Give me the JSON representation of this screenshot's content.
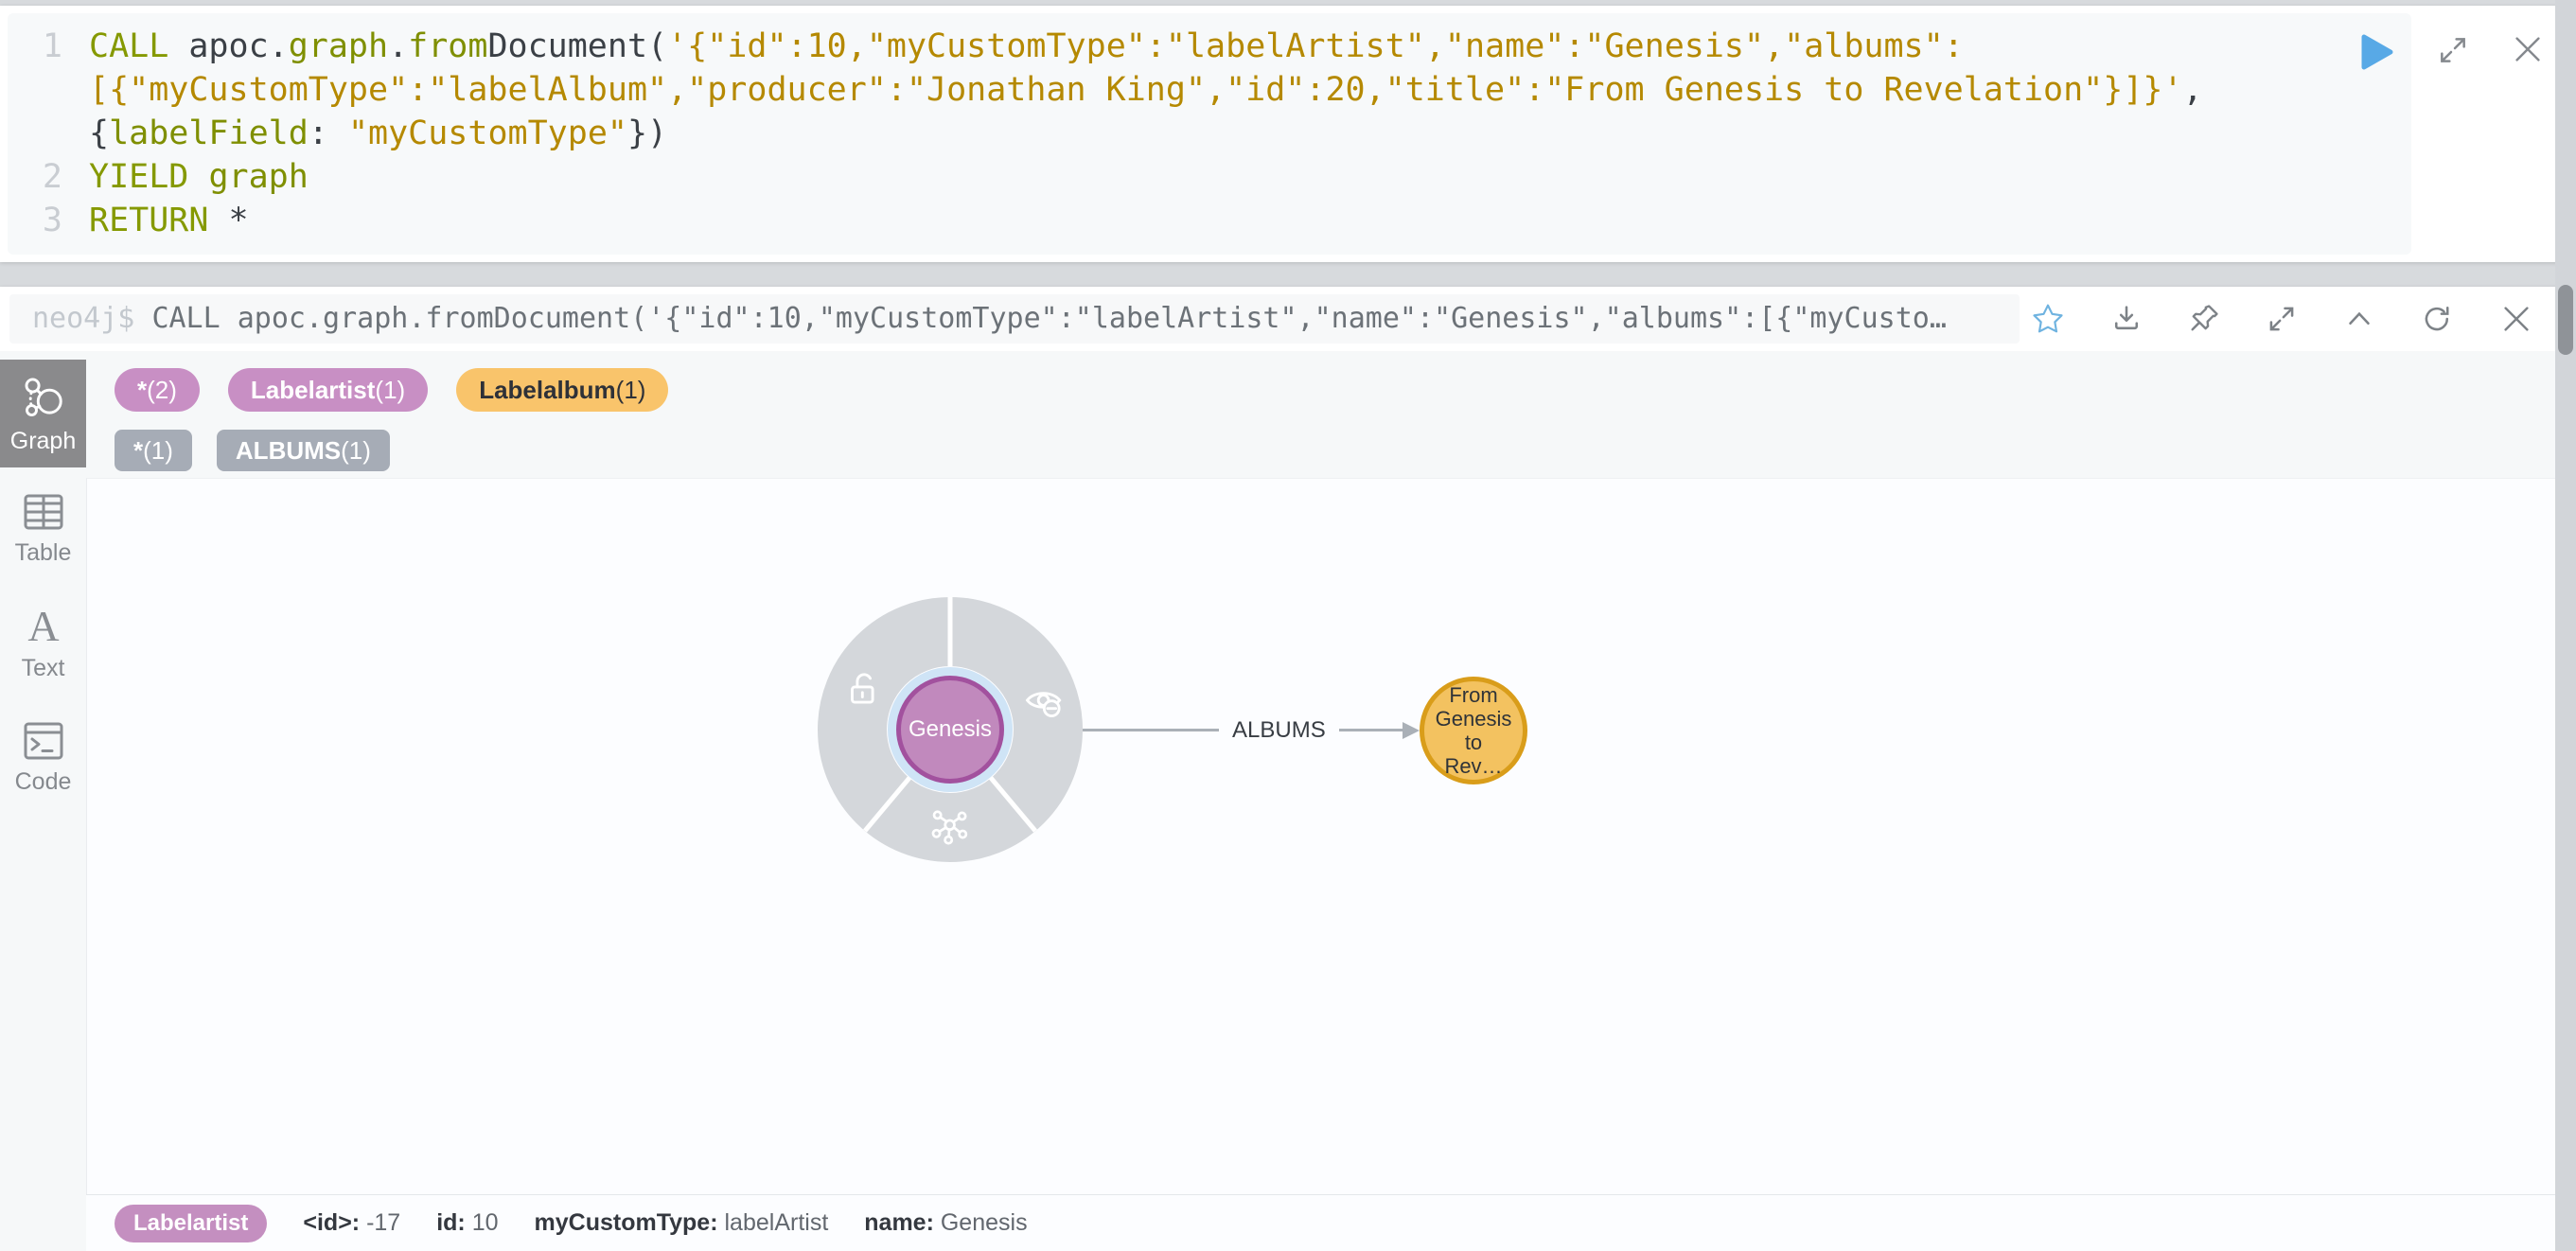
{
  "editor": {
    "rows": [
      {
        "num": "1",
        "segs": {
          "s0": "CALL ",
          "s1": "apoc.",
          "s2": "graph",
          "s3": ".",
          "s4": "from",
          "s5": "Document(",
          "s6": "'{\"id\":10,\"myCustomType\":\"labelArtist\",\"name\":\"Genesis\",\"albums\":"
        }
      },
      {
        "num": "",
        "segs": {
          "s0": "[{\"myCustomType\":\"labelAlbum\",\"producer\":\"Jonathan King\",\"id\":20,\"title\":\"From Genesis to Revelation\"}]}'",
          "s1": ","
        }
      },
      {
        "num": "",
        "segs": {
          "s0": "{",
          "s1": "labelField",
          "s2": ": ",
          "s3": "\"myCustomType\"",
          "s4": "})"
        }
      },
      {
        "num": "2",
        "segs": {
          "s0": "YIELD ",
          "s1": "graph"
        }
      },
      {
        "num": "3",
        "segs": {
          "s0": "RETURN ",
          "s1": "*"
        }
      }
    ]
  },
  "result_header": {
    "prompt": "neo4j$ ",
    "query": "CALL apoc.graph.fromDocument('{\"id\":10,\"myCustomType\":\"labelArtist\",\"name\":\"Genesis\",\"albums\":[{\"myCusto…"
  },
  "sidebar": {
    "tabs": [
      {
        "label": "Graph"
      },
      {
        "label": "Table"
      },
      {
        "label": "Text"
      },
      {
        "label": "Code"
      }
    ]
  },
  "overview": {
    "node_pills": [
      {
        "name": "*",
        "count": "(2)"
      },
      {
        "name": "Labelartist",
        "count": "(1)"
      },
      {
        "name": "Labelalbum",
        "count": "(1)"
      }
    ],
    "rel_pills": [
      {
        "name": "*",
        "count": "(1)"
      },
      {
        "name": "ALBUMS",
        "count": "(1)"
      }
    ]
  },
  "graph": {
    "genesis_node": {
      "caption": "Genesis"
    },
    "album_node": {
      "caption": "From\nGenesis\nto\nRev…"
    },
    "relationship": {
      "type": "ALBUMS"
    }
  },
  "status": {
    "pill": "Labelartist",
    "props": [
      {
        "k": "<id>:",
        "v": " -17"
      },
      {
        "k": "id:",
        "v": " 10"
      },
      {
        "k": "myCustomType:",
        "v": " labelArtist"
      },
      {
        "k": "name:",
        "v": " Genesis"
      }
    ]
  },
  "colors": {
    "accent_blue": "#58a9e6",
    "node_artist_fill": "#c189bd",
    "node_artist_border": "#a2519e",
    "node_album_fill": "#f3c260",
    "node_album_border": "#d99d1a",
    "pill_pink": "#c88fc4",
    "pill_amber": "#f9c46b",
    "pill_gray": "#a6acb6"
  }
}
